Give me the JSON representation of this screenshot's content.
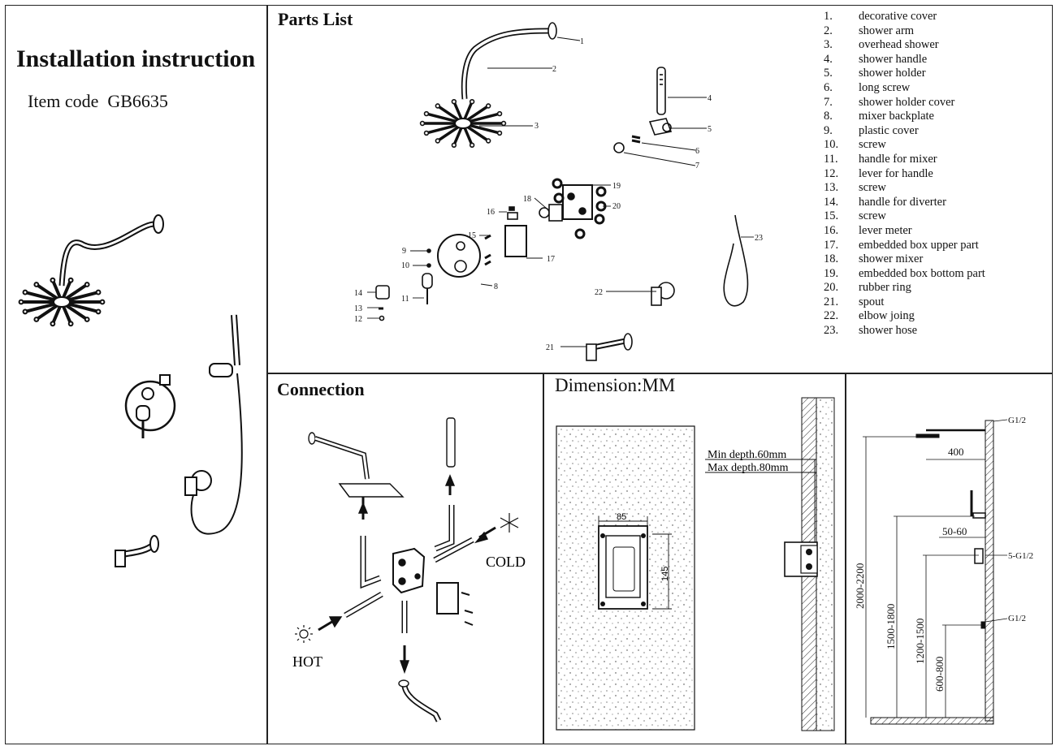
{
  "intro": {
    "title": "Installation instruction",
    "item_code_label": "Item code",
    "item_code": "GB6635"
  },
  "parts_list": {
    "title": "Parts List",
    "items": [
      {
        "n": "1.",
        "name": "decorative cover"
      },
      {
        "n": "2.",
        "name": "shower arm"
      },
      {
        "n": "3.",
        "name": "overhead shower"
      },
      {
        "n": "4.",
        "name": "shower handle"
      },
      {
        "n": "5.",
        "name": "shower holder"
      },
      {
        "n": "6.",
        "name": "long screw"
      },
      {
        "n": "7.",
        "name": "shower holder cover"
      },
      {
        "n": "8.",
        "name": "mixer backplate"
      },
      {
        "n": "9.",
        "name": "plastic cover"
      },
      {
        "n": "10.",
        "name": "screw"
      },
      {
        "n": "11.",
        "name": "handle for mixer"
      },
      {
        "n": "12.",
        "name": "lever for handle"
      },
      {
        "n": "13.",
        "name": "screw"
      },
      {
        "n": "14.",
        "name": "handle for diverter"
      },
      {
        "n": "15.",
        "name": "screw"
      },
      {
        "n": "16.",
        "name": "lever meter"
      },
      {
        "n": "17.",
        "name": "embedded box upper part"
      },
      {
        "n": "18.",
        "name": "shower mixer"
      },
      {
        "n": "19.",
        "name": "embedded box bottom part"
      },
      {
        "n": "20.",
        "name": "rubber ring"
      },
      {
        "n": "21.",
        "name": "spout"
      },
      {
        "n": "22.",
        "name": "elbow joing"
      },
      {
        "n": "23.",
        "name": "shower hose"
      }
    ],
    "callouts": [
      "1",
      "2",
      "3",
      "4",
      "5",
      "6",
      "7",
      "8",
      "9",
      "10",
      "11",
      "12",
      "13",
      "14",
      "15",
      "16",
      "17",
      "18",
      "19",
      "20",
      "21",
      "22",
      "23"
    ]
  },
  "connection": {
    "title": "Connection",
    "cold_label": "COLD",
    "hot_label": "HOT"
  },
  "dimension": {
    "title": "Dimension:MM",
    "width": "85",
    "height": "145",
    "min_depth": "Min depth.60mm",
    "max_depth": "Max depth.80mm"
  },
  "heights": {
    "top_connection": "G1/2",
    "arm_length": "400",
    "spacing": "50-60",
    "mixer_connection": "5-G1/2",
    "lower_connection": "G1/2",
    "head_height": "2000-2200",
    "handset_height": "1500-1800",
    "mixer_height": "1200-1500",
    "spout_height": "600-800"
  }
}
